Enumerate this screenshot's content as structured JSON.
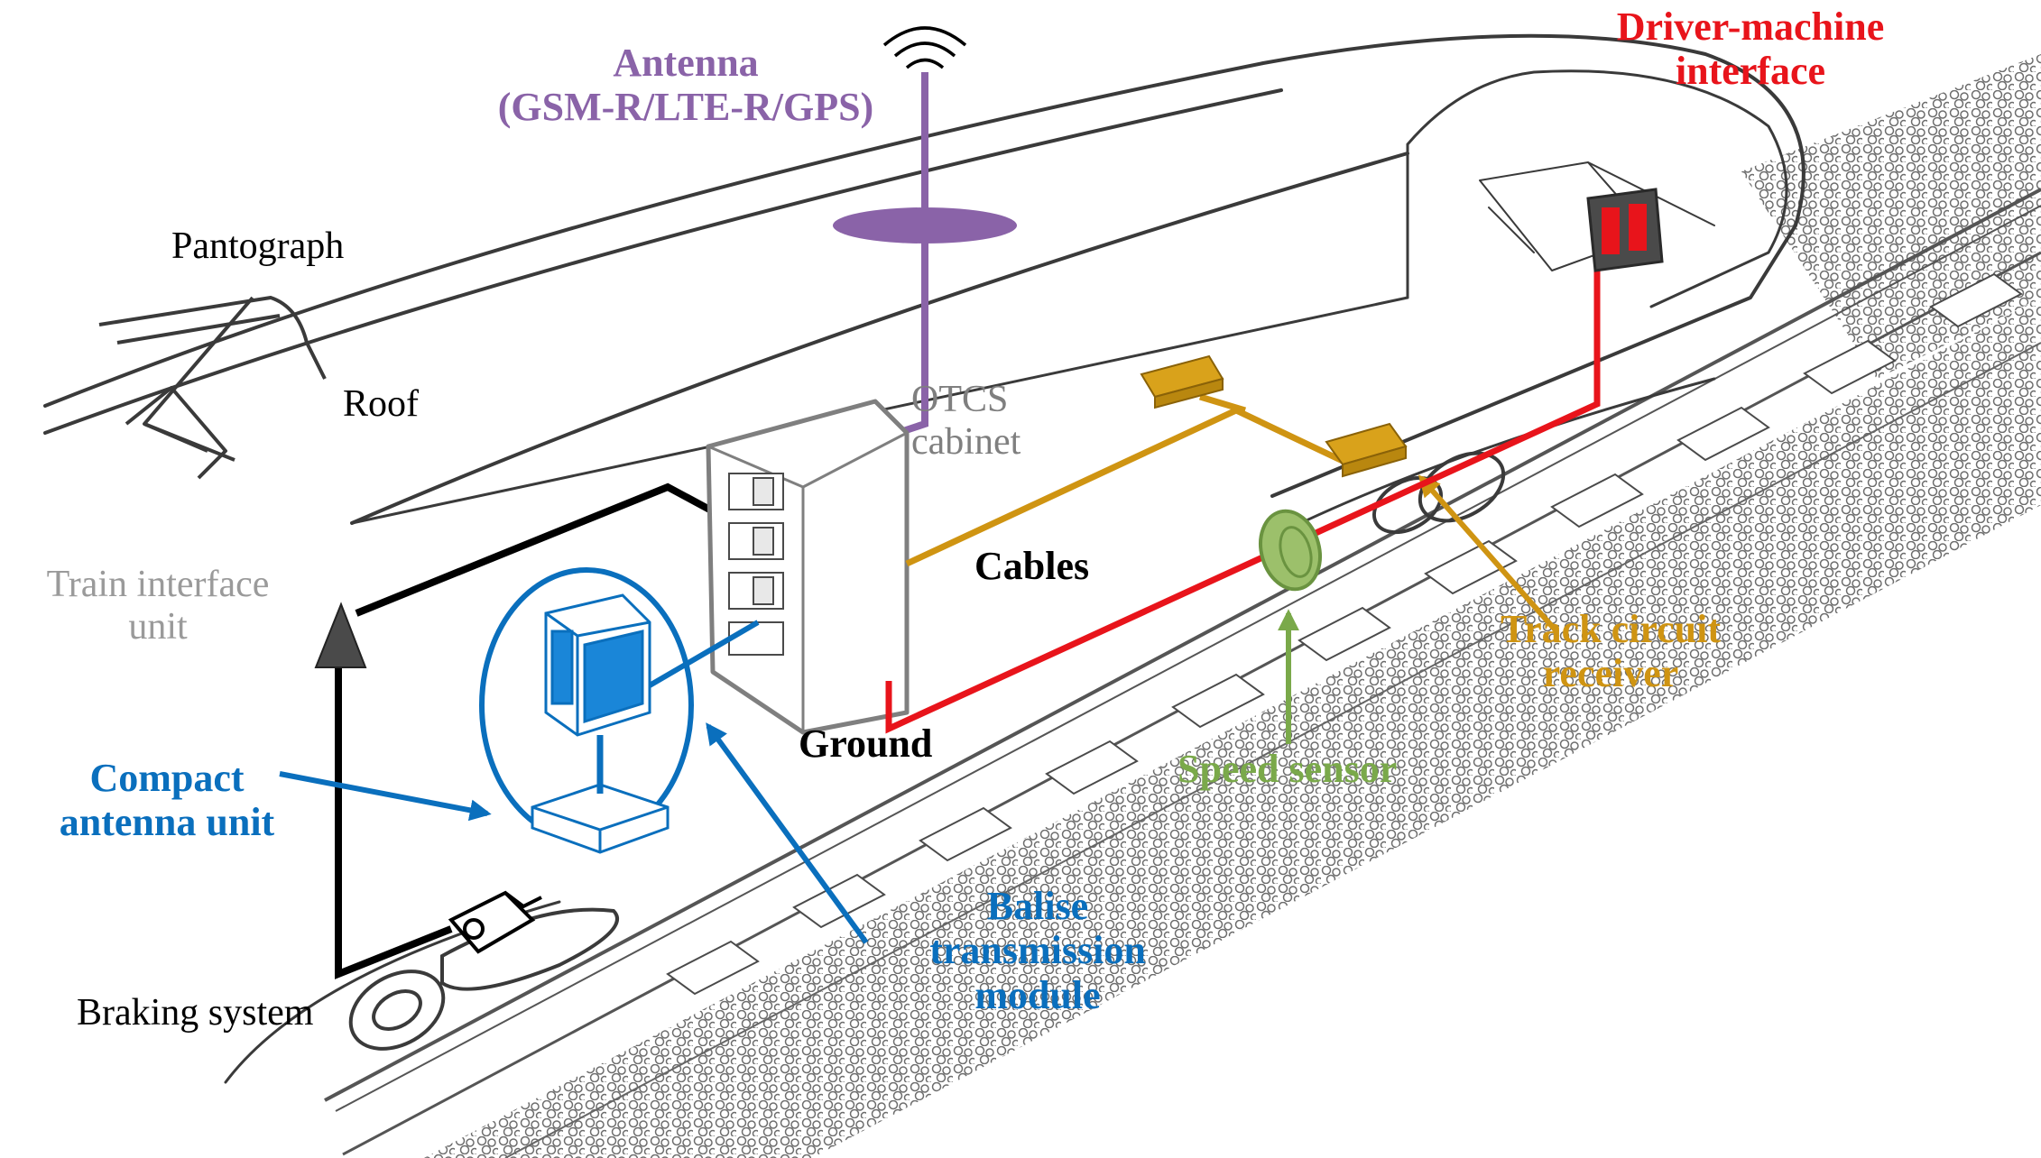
{
  "labels": {
    "antenna": {
      "line1": "Antenna",
      "line2": "(GSM-R/LTE-R/GPS)"
    },
    "driver_machine_interface": {
      "line1": "Driver-machine",
      "line2": "interface"
    },
    "pantograph": "Pantograph",
    "roof": "Roof",
    "otcs_cabinet": {
      "line1": "OTCS",
      "line2": "cabinet"
    },
    "cables": "Cables",
    "train_interface_unit": {
      "line1": "Train interface",
      "line2": "unit"
    },
    "compact_antenna_unit": {
      "line1": "Compact",
      "line2": "antenna unit"
    },
    "ground": "Ground",
    "speed_sensor": "Speed sensor",
    "track_circuit_receiver": {
      "line1": "Track circuit",
      "line2": "receiver"
    },
    "balise_transmission_module": {
      "line1": "Balise",
      "line2": "transmission",
      "line3": "module"
    },
    "braking_system": "Braking system"
  },
  "colors": {
    "antenna": "#8a63a8",
    "driver_machine_interface": "#e8141b",
    "otcs_cabinet": "#7f7f7f",
    "cables": "#000000",
    "train_interface_unit": "#9a9a9a",
    "compact_antenna_unit": "#0a6fbd",
    "balise_transmission_module": "#0a6fbd",
    "speed_sensor": "#7aa94a",
    "track_circuit_receiver": "#cf9412",
    "ground": "#000000",
    "outline": "#3a3a3a"
  }
}
